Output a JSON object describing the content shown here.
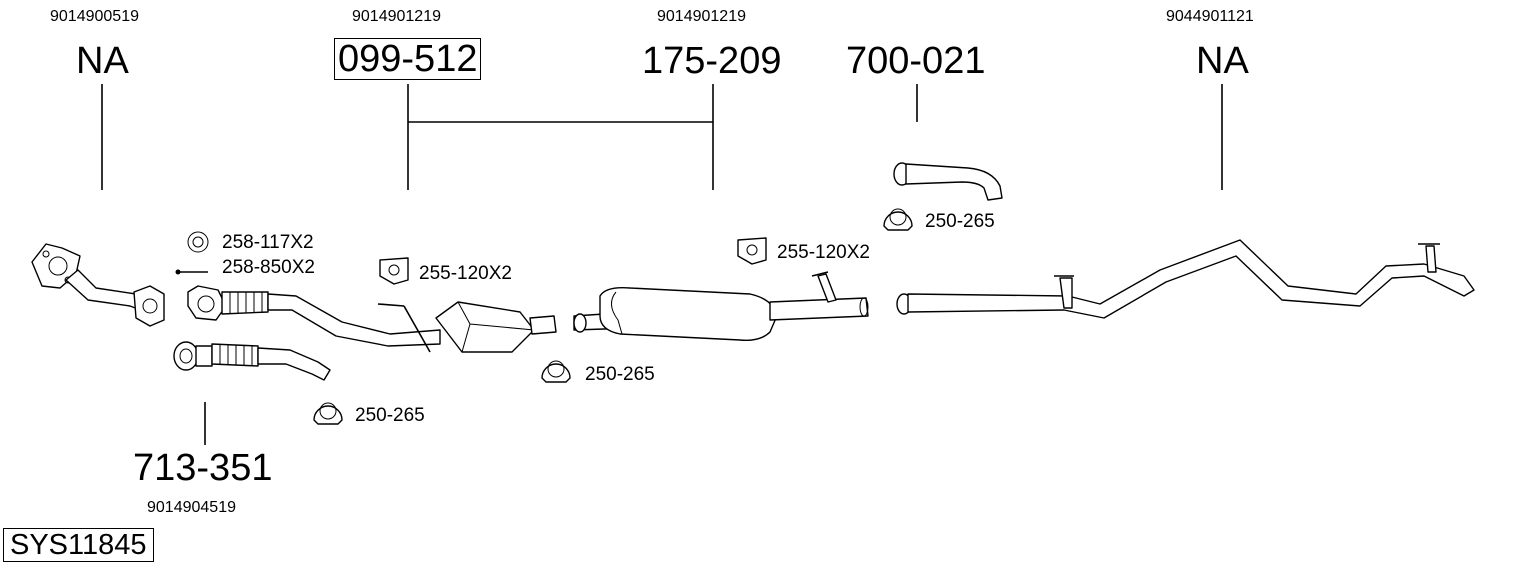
{
  "oem_numbers": {
    "na_left": "9014900519",
    "cat_099": "9014901219",
    "muffler_175": "9014901219",
    "na_right": "9044901121",
    "pipe_713": "9014904519"
  },
  "part_numbers": {
    "na_left": "NA",
    "cat_099": "099-512",
    "muffler_175": "175-209",
    "tail_700": "700-021",
    "na_right": "NA",
    "pipe_713": "713-351"
  },
  "fittings": {
    "gasket": "258-117X2",
    "bolt": "258-850X2",
    "mount_left": "255-120X2",
    "mount_right": "255-120X2",
    "clamp_lower_left": "250-265",
    "clamp_middle": "250-265",
    "clamp_top_right": "250-265"
  },
  "system_id": "SYS11845"
}
